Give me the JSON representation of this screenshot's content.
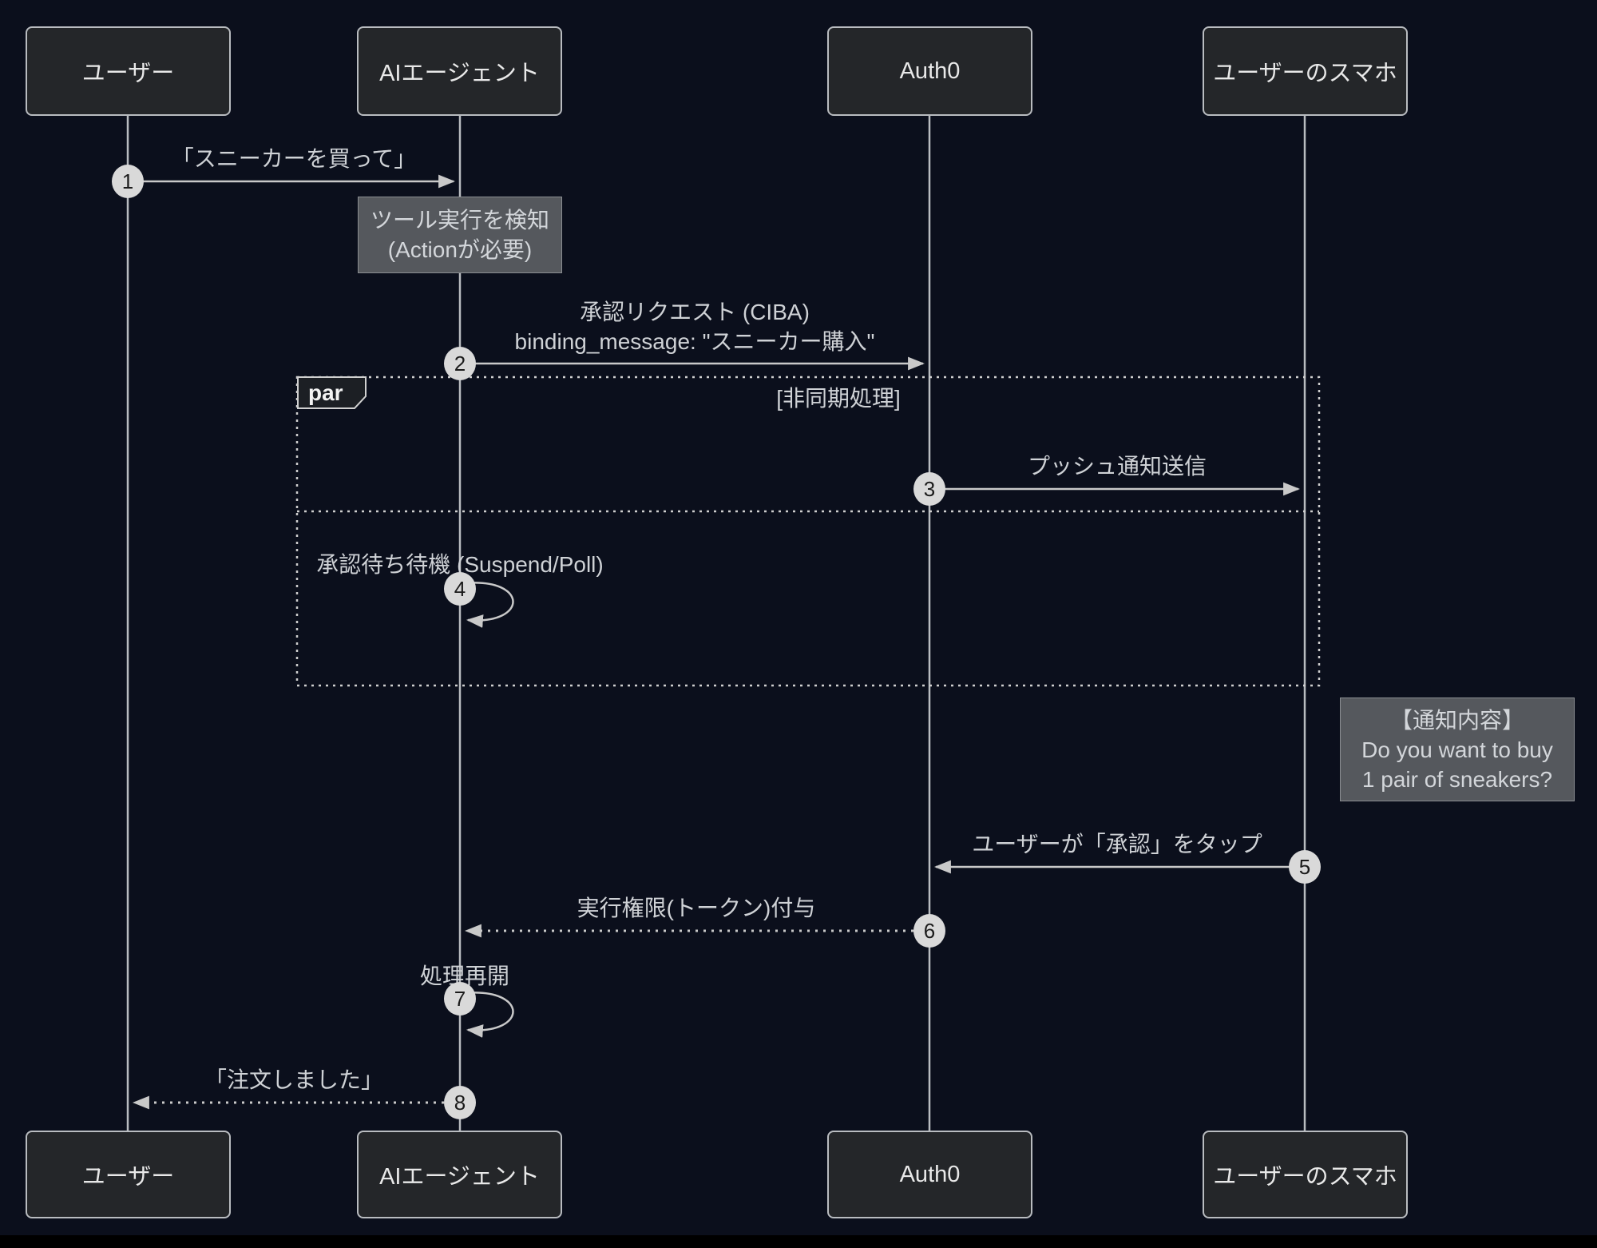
{
  "diagram": {
    "kind": "sequence-diagram",
    "language_mix": "Japanese/English"
  },
  "colors": {
    "background": "#0b0f1c",
    "footer": "#000000",
    "actor_fill": "#242629",
    "actor_border": "#b9bcc0",
    "actor_text": "#e8e8e8",
    "line": "#c9c9c9",
    "text": "#cfd2d6",
    "note_fill": "#55585d",
    "note_border": "#8b8e92",
    "note_text": "#d3d6da",
    "number_fill": "#d9d9d9",
    "number_text": "#1b1b1b",
    "par_label_fill": "#1c1f24",
    "par_border": "#cfcfcf"
  },
  "actors": [
    {
      "id": "user",
      "label": "ユーザー"
    },
    {
      "id": "ai-agent",
      "label": "AIエージェント"
    },
    {
      "id": "auth0",
      "label": "Auth0"
    },
    {
      "id": "phone",
      "label": "ユーザーのスマホ"
    }
  ],
  "messages": [
    {
      "seq": "1",
      "from": "user",
      "to": "ai-agent",
      "style": "solid",
      "label": "「スニーカーを買って」"
    },
    {
      "seq": "2",
      "from": "ai-agent",
      "to": "auth0",
      "style": "solid",
      "label_line1": "承認リクエスト (CIBA)",
      "label_line2": "binding_message: \"スニーカー購入\""
    },
    {
      "seq": "3",
      "from": "auth0",
      "to": "phone",
      "style": "solid",
      "label": "プッシュ通知送信"
    },
    {
      "seq": "4",
      "from": "ai-agent",
      "to": "ai-agent",
      "style": "self",
      "label": "承認待ち待機 (Suspend/Poll)"
    },
    {
      "seq": "5",
      "from": "phone",
      "to": "auth0",
      "style": "solid",
      "label": "ユーザーが「承認」をタップ"
    },
    {
      "seq": "6",
      "from": "auth0",
      "to": "ai-agent",
      "style": "dotted",
      "label": "実行権限(トークン)付与"
    },
    {
      "seq": "7",
      "from": "ai-agent",
      "to": "ai-agent",
      "style": "self",
      "label": "処理再開"
    },
    {
      "seq": "8",
      "from": "ai-agent",
      "to": "user",
      "style": "dotted",
      "label": "「注文しました」"
    }
  ],
  "notes": [
    {
      "over": "ai-agent",
      "lines": [
        "ツール実行を検知",
        "(Actionが必要)"
      ]
    },
    {
      "over": "phone",
      "lines": [
        "【通知内容】",
        "Do you want to buy",
        "1 pair of sneakers?"
      ]
    }
  ],
  "par_block": {
    "label": "par",
    "condition": "[非同期処理]"
  }
}
